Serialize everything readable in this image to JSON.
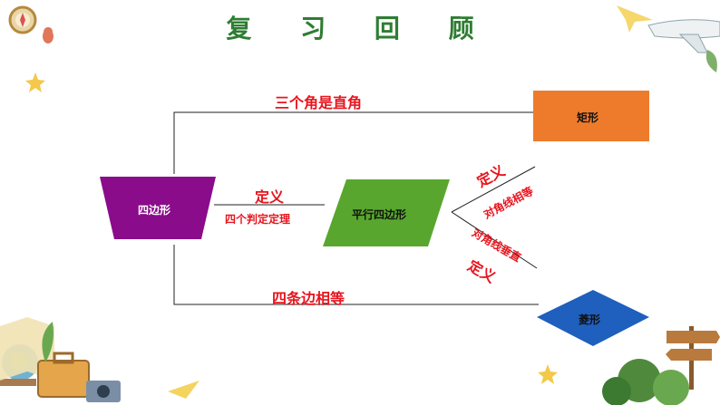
{
  "title": "复 习 回 顾",
  "nodes": {
    "quadrilateral": "四边形",
    "parallelogram": "平行四边形",
    "rectangle": "矩形",
    "rhombus": "菱形"
  },
  "edges": {
    "top": "三个角是直角",
    "bottom": "四条边相等",
    "middle_definition": "定义",
    "middle_theorem": "四个判定定理",
    "upper_definition": "定义",
    "upper_diagonals": "对角线相等",
    "lower_diagonals": "对角线垂直",
    "lower_definition": "定义"
  },
  "colors": {
    "title": "#2e7d32",
    "label": "#e8141e",
    "quadrilateral": "#8a0c8a",
    "parallelogram": "#58a62e",
    "rectangle": "#ee7b2c",
    "rhombus": "#1f5fbd"
  }
}
